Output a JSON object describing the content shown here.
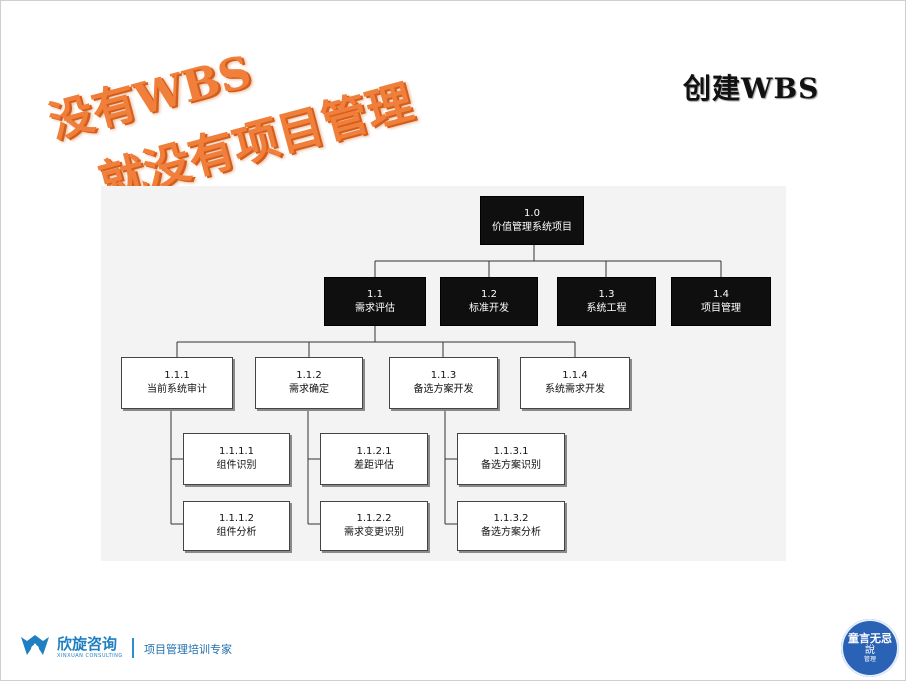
{
  "slide_title": "创建WBS",
  "slogan": {
    "line1": "没有WBS",
    "line2": "就没有项目管理"
  },
  "wbs": {
    "root": {
      "code": "1.0",
      "name": "价值管理系统项目"
    },
    "level1": [
      {
        "code": "1.1",
        "name": "需求评估"
      },
      {
        "code": "1.2",
        "name": "标准开发"
      },
      {
        "code": "1.3",
        "name": "系统工程"
      },
      {
        "code": "1.4",
        "name": "项目管理"
      }
    ],
    "level2": [
      {
        "code": "1.1.1",
        "name": "当前系统审计"
      },
      {
        "code": "1.1.2",
        "name": "需求确定"
      },
      {
        "code": "1.1.3",
        "name": "备选方案开发"
      },
      {
        "code": "1.1.4",
        "name": "系统需求开发"
      }
    ],
    "level3": [
      {
        "code": "1.1.1.1",
        "name": "组件识别"
      },
      {
        "code": "1.1.1.2",
        "name": "组件分析"
      },
      {
        "code": "1.1.2.1",
        "name": "差距评估"
      },
      {
        "code": "1.1.2.2",
        "name": "需求变更识别"
      },
      {
        "code": "1.1.3.1",
        "name": "备选方案识别"
      },
      {
        "code": "1.1.3.2",
        "name": "备选方案分析"
      }
    ]
  },
  "footer": {
    "brand_name": "欣旋咨询",
    "brand_sub": "XINXUAN CONSULTING",
    "tagline": "项目管理培训专家"
  },
  "badge": {
    "line1": "童言无忌",
    "line2": "說",
    "line3": "管理"
  },
  "colors": {
    "accent_orange": "#ef7f3a",
    "brand_blue": "#1f7fc0",
    "badge_blue": "#2a62b5",
    "node_dark": "#0f0f0f"
  }
}
